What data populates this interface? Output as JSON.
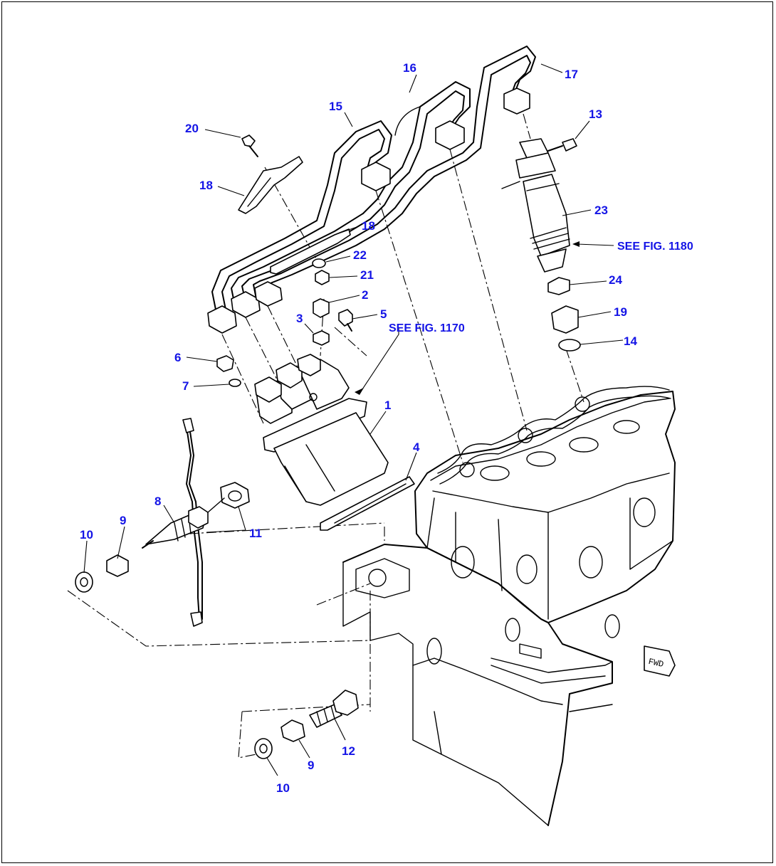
{
  "callouts": [
    {
      "id": "c17",
      "text": "17"
    },
    {
      "id": "c16",
      "text": "16"
    },
    {
      "id": "c15",
      "text": "15"
    },
    {
      "id": "c13",
      "text": "13"
    },
    {
      "id": "c20",
      "text": "20"
    },
    {
      "id": "c18a",
      "text": "18"
    },
    {
      "id": "c23",
      "text": "23"
    },
    {
      "id": "c18b",
      "text": "18"
    },
    {
      "id": "c22",
      "text": "22"
    },
    {
      "id": "c21",
      "text": "21"
    },
    {
      "id": "c2",
      "text": "2"
    },
    {
      "id": "c24",
      "text": "24"
    },
    {
      "id": "c19",
      "text": "19"
    },
    {
      "id": "c5",
      "text": "5"
    },
    {
      "id": "c3",
      "text": "3"
    },
    {
      "id": "c14",
      "text": "14"
    },
    {
      "id": "c6",
      "text": "6"
    },
    {
      "id": "c1",
      "text": "1"
    },
    {
      "id": "c7",
      "text": "7"
    },
    {
      "id": "c4",
      "text": "4"
    },
    {
      "id": "c8",
      "text": "8"
    },
    {
      "id": "c9a",
      "text": "9"
    },
    {
      "id": "c10a",
      "text": "10"
    },
    {
      "id": "c11",
      "text": "11"
    },
    {
      "id": "c12",
      "text": "12"
    },
    {
      "id": "c9b",
      "text": "9"
    },
    {
      "id": "c10b",
      "text": "10"
    }
  ],
  "references": {
    "fig_1180": "SEE FIG. 1180",
    "fig_1170": "SEE FIG. 1170"
  },
  "direction_badge": "FWD"
}
